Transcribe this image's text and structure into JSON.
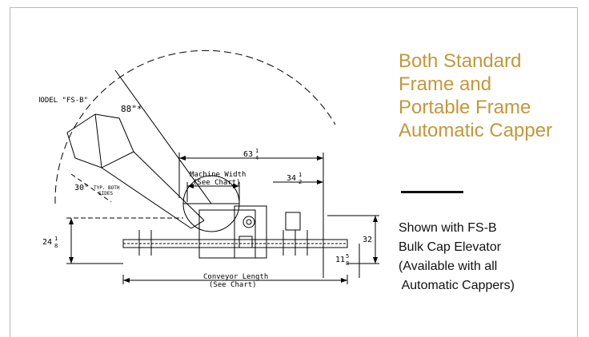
{
  "heading": {
    "lines": [
      "Both Standard",
      "Frame and",
      "Portable Frame",
      "Automatic Capper"
    ],
    "color": "#c5973a"
  },
  "description": {
    "lines": [
      "Shown with FS-B",
      "Bulk Cap Elevator",
      "(Available with all",
      " Automatic Cappers)"
    ]
  },
  "diagram": {
    "model_label": "MODEL \"FS-B\"",
    "radius_label": "88\"*",
    "width_63_label": "63",
    "width_63_frac_num": "1",
    "width_63_frac_den": "4",
    "width_34_label": "34",
    "width_34_frac_num": "1",
    "width_34_frac_den": "2",
    "machine_width_label": "Machine Width",
    "machine_width_sub": "(See Chart)",
    "angle_label": "30°",
    "angle_note_1": "TYP. BOTH",
    "angle_note_2": "SIDES",
    "height_24_label": "24",
    "height_24_frac_num": "1",
    "height_24_frac_den": "8",
    "height_32_label": "32",
    "height_11_label": "11",
    "height_11_frac_num": "5",
    "height_11_frac_den": "8",
    "conveyor_length_label": "Conveyor Length",
    "conveyor_length_sub": "(See Chart)"
  }
}
